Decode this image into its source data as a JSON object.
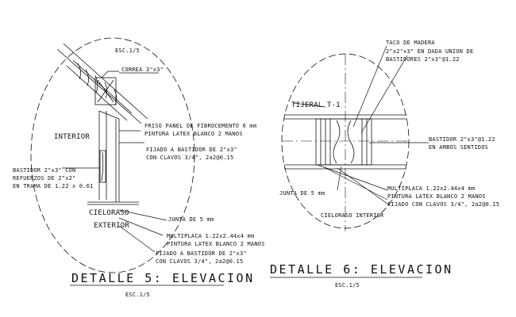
{
  "detail5": {
    "scale_top": "ESC.1/5",
    "correa": "CORREA 3\"x3\"",
    "interior": "INTERIOR",
    "friso_1": "FRISO PANEL DE FIBROCEMENTO 6 mm",
    "friso_2": "PINTURA LATEX BLANCO 2 MANOS",
    "fijado_1": "FIJADO A BASTIDOR DE 2\"x3\"",
    "fijado_2": "CON CLAVOS 3/4\", 2a2@0.15",
    "bastidor_1": "BASTIDOR 2\"x3\" CON",
    "bastidor_2": "REFUERZOS DE 2\"x2\"",
    "bastidor_3": "EN TRAMA DE 1.22 x 0.61",
    "cieloraso": "CIELORASO",
    "exterior": "EXTERIOR",
    "junta": "JUNTA DE 5 mm",
    "multiplaca_1": "MULTIPLACA 1.22x2.44x4 mm",
    "multiplaca_2": "PINTURA LATEX BLANCO 2 MANOS",
    "fijado_b1": "FIJADO A BASTIDOR DE 2\"x3\"",
    "fijado_b2": "CON CLAVOS 3/4\", 2a2@0.15",
    "title": "DETALLE 5: ELEVACION",
    "scale_bottom": "ESC.1/5"
  },
  "detail6": {
    "taco_1": "TACO DE MADERA",
    "taco_2": "2\"x2\"x3\" EN DADA UNION DE",
    "taco_3": "BASTIDORES 2\"x3\"@1.22",
    "tijeral": "TIJERAL T-1",
    "bastidor_1": "BASTIDOR 2\"x3\"@1.22",
    "bastidor_2": "EN AMBOS SENTIDOS",
    "multiplaca_1": "MULTIPLACA 1.22x2.44x4 mm",
    "multiplaca_2": "PINTURA LATEX BLANCO 2 MANOS",
    "fijado": "FIJADO CON CLAVOS 3/4\", 2a2@0.15",
    "junta": "JUNTA DE 5 mm",
    "cieloraso": "CIELORASO INTERIOR",
    "title": "DETALLE 6: ELEVACION",
    "scale_bottom": "ESC.1/5"
  }
}
